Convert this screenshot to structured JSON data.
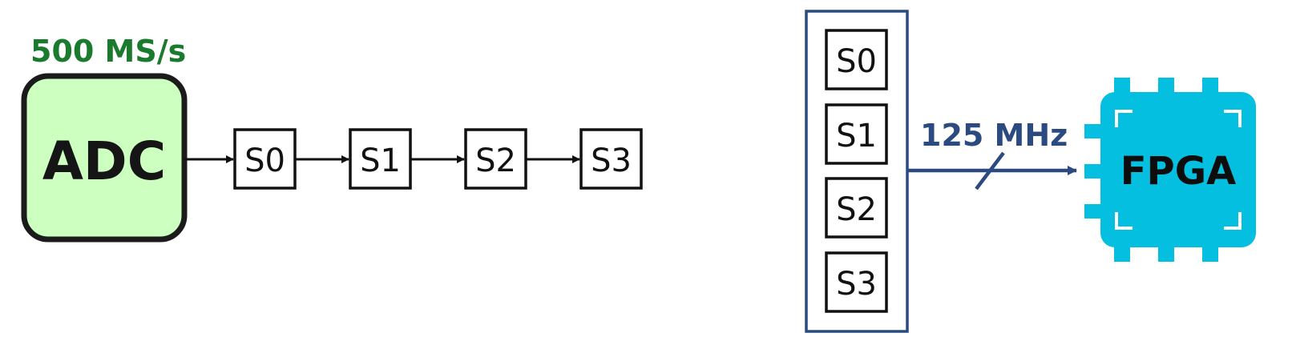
{
  "adc": {
    "label": "ADC",
    "rate_label": "500 MS/s"
  },
  "serial_chain": [
    "S0",
    "S1",
    "S2",
    "S3"
  ],
  "parallel_bank": [
    "S0",
    "S1",
    "S2",
    "S3"
  ],
  "bus": {
    "clock_label": "125 MHz"
  },
  "fpga": {
    "label": "FPGA"
  },
  "colors": {
    "adc_fill": "#ccffc0",
    "adc_rate": "#1a7a2e",
    "bank_border": "#2b4a80",
    "bus": "#2b4a80",
    "fpga_chip": "#05bfe0"
  }
}
